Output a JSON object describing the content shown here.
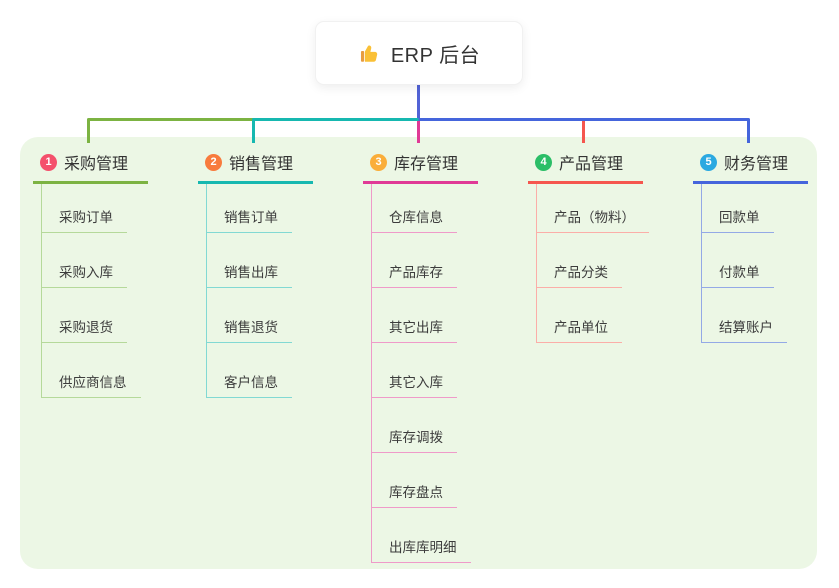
{
  "root": {
    "title": "ERP 后台",
    "icon": "thumbs-up-icon",
    "line_color": "#5263d6"
  },
  "canvas": {
    "background": "#ECF7E5"
  },
  "branches": [
    {
      "index": "1",
      "label": "采购管理",
      "badge_color": "#f4516c",
      "line_color": "#7cb342",
      "child_line_color": "#b5d99a",
      "children": [
        "采购订单",
        "采购入库",
        "采购退货",
        "供应商信息"
      ]
    },
    {
      "index": "2",
      "label": "销售管理",
      "badge_color": "#f87b3d",
      "line_color": "#16b8b0",
      "child_line_color": "#82d9d3",
      "children": [
        "销售订单",
        "销售出库",
        "销售退货",
        "客户信息"
      ]
    },
    {
      "index": "3",
      "label": "库存管理",
      "badge_color": "#faae3a",
      "line_color": "#e03a96",
      "child_line_color": "#ef9ac9",
      "children": [
        "仓库信息",
        "产品库存",
        "其它出库",
        "其它入库",
        "库存调拨",
        "库存盘点",
        "出库库明细"
      ]
    },
    {
      "index": "4",
      "label": "产品管理",
      "badge_color": "#2bbe67",
      "line_color": "#f5564e",
      "child_line_color": "#fbaea8",
      "children": [
        "产品（物料）",
        "产品分类",
        "产品单位"
      ]
    },
    {
      "index": "5",
      "label": "财务管理",
      "badge_color": "#2ba9e1",
      "line_color": "#4565dc",
      "child_line_color": "#94a9e6",
      "children": [
        "回款单",
        "付款单",
        "结算账户"
      ]
    }
  ]
}
